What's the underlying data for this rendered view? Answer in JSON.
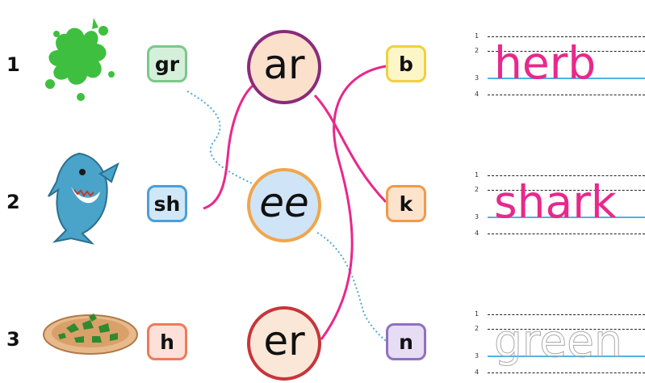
{
  "rows": [
    {
      "number": "1",
      "picture": "paint-splat-icon",
      "onset": "gr",
      "vowel": "ar",
      "ending": "b",
      "word": "herb"
    },
    {
      "number": "2",
      "picture": "shark-icon",
      "onset": "sh",
      "vowel": "ee",
      "ending": "k",
      "word": "shark"
    },
    {
      "number": "3",
      "picture": "salad-plate-icon",
      "onset": "h",
      "vowel": "er",
      "ending": "n",
      "word": "green"
    }
  ],
  "guide_numbers": [
    "1",
    "2",
    "3",
    "4"
  ],
  "colors": {
    "pink": "#e8288c",
    "blue_guide": "#4fb3e4",
    "splat_green": "#3fbf3f",
    "shark_blue": "#4aa3c9"
  }
}
